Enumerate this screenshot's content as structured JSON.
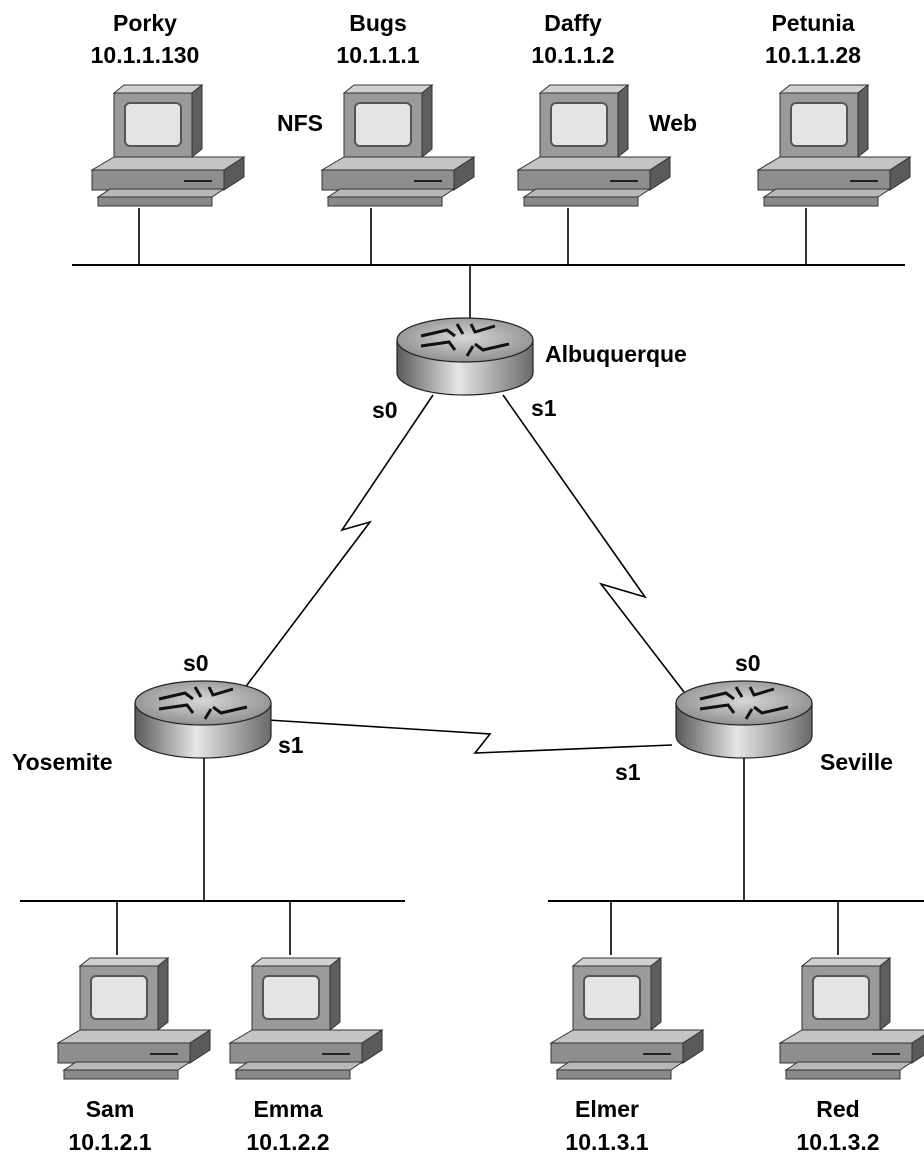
{
  "hosts": {
    "porky": {
      "name": "Porky",
      "ip": "10.1.1.130"
    },
    "bugs": {
      "name": "Bugs",
      "ip": "10.1.1.1",
      "role": "NFS"
    },
    "daffy": {
      "name": "Daffy",
      "ip": "10.1.1.2",
      "role": "Web"
    },
    "petunia": {
      "name": "Petunia",
      "ip": "10.1.1.28"
    },
    "sam": {
      "name": "Sam",
      "ip": "10.1.2.1"
    },
    "emma": {
      "name": "Emma",
      "ip": "10.1.2.2"
    },
    "elmer": {
      "name": "Elmer",
      "ip": "10.1.3.1"
    },
    "red": {
      "name": "Red",
      "ip": "10.1.3.2"
    }
  },
  "routers": {
    "albuquerque": {
      "name": "Albuquerque",
      "s0": "s0",
      "s1": "s1"
    },
    "yosemite": {
      "name": "Yosemite",
      "s0": "s0",
      "s1": "s1"
    },
    "seville": {
      "name": "Seville",
      "s0": "s0",
      "s1": "s1"
    }
  },
  "icons": {
    "host": "computer-icon",
    "router": "router-icon"
  }
}
